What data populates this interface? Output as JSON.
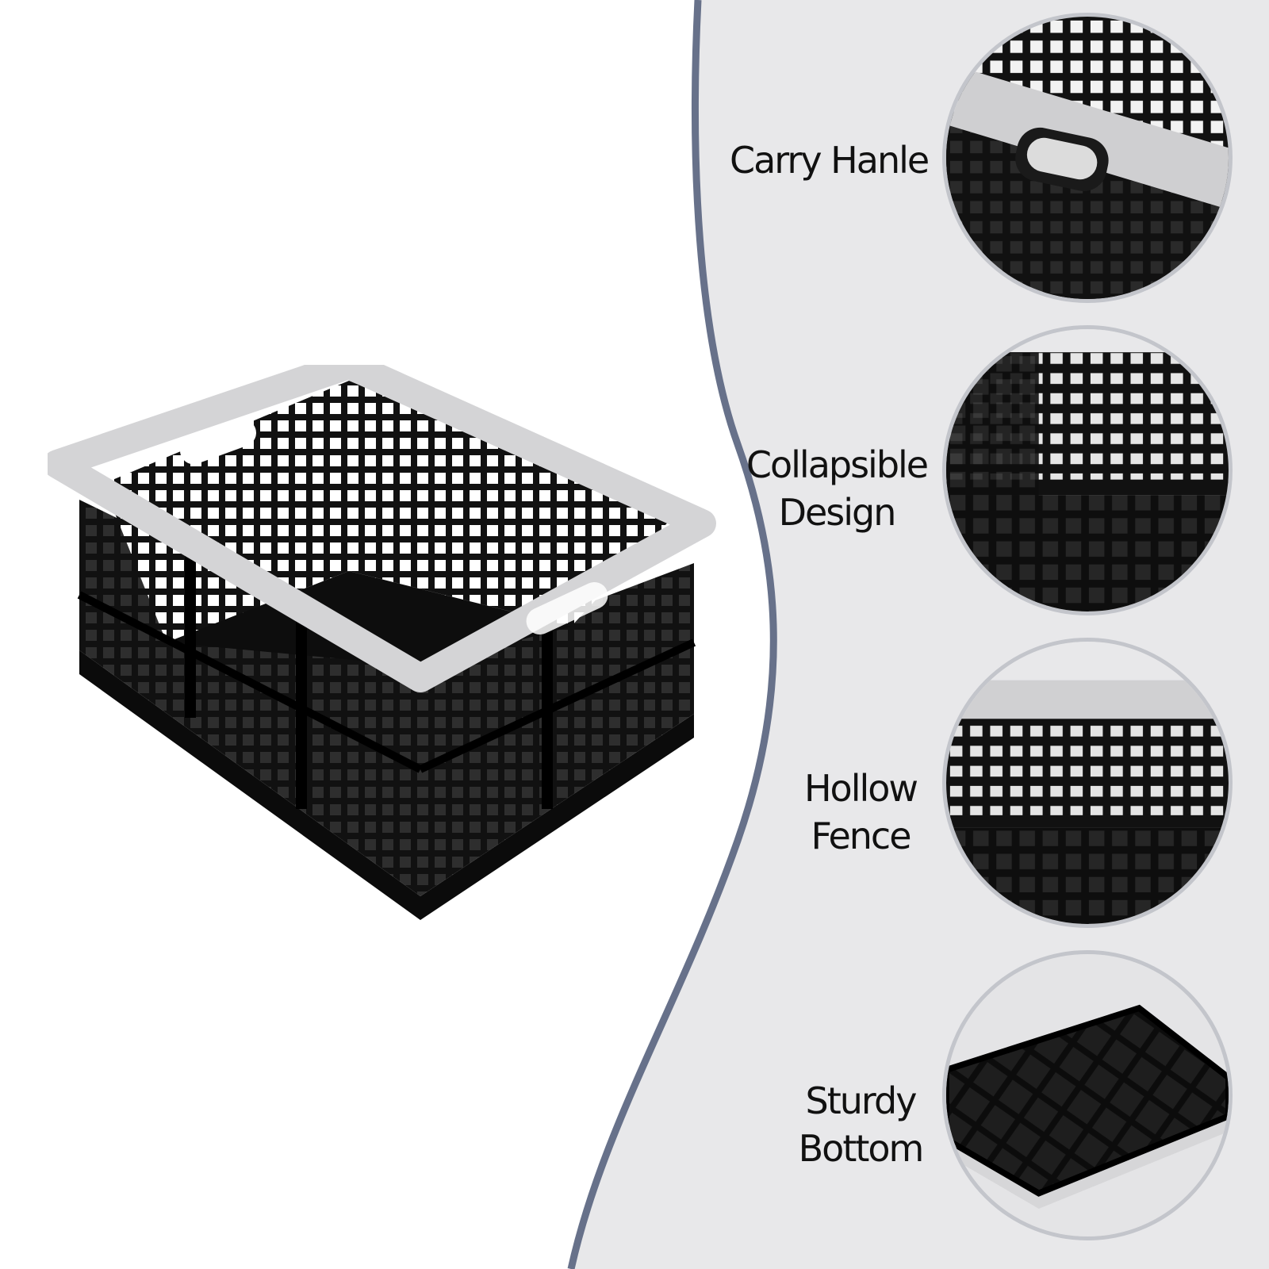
{
  "colors": {
    "background": "#ffffff",
    "panel": "#e8e8ea",
    "curve_border": "#67718a",
    "crate_body": "#141414",
    "crate_rim": "#d4d4d6",
    "circle_border": "#c3c5cb",
    "label_text": "#111111"
  },
  "product": {
    "image": "black-collapsible-crate-image",
    "rim_color": "light-gray"
  },
  "features": [
    {
      "lines": [
        "Carry Hanle"
      ],
      "image": "carry-handle-closeup-image"
    },
    {
      "lines": [
        "Collapsible",
        "Design"
      ],
      "image": "collapsible-design-closeup-image"
    },
    {
      "lines": [
        "Hollow",
        "Fence"
      ],
      "image": "hollow-fence-closeup-image"
    },
    {
      "lines": [
        "Sturdy",
        "Bottom"
      ],
      "image": "sturdy-bottom-closeup-image"
    }
  ]
}
